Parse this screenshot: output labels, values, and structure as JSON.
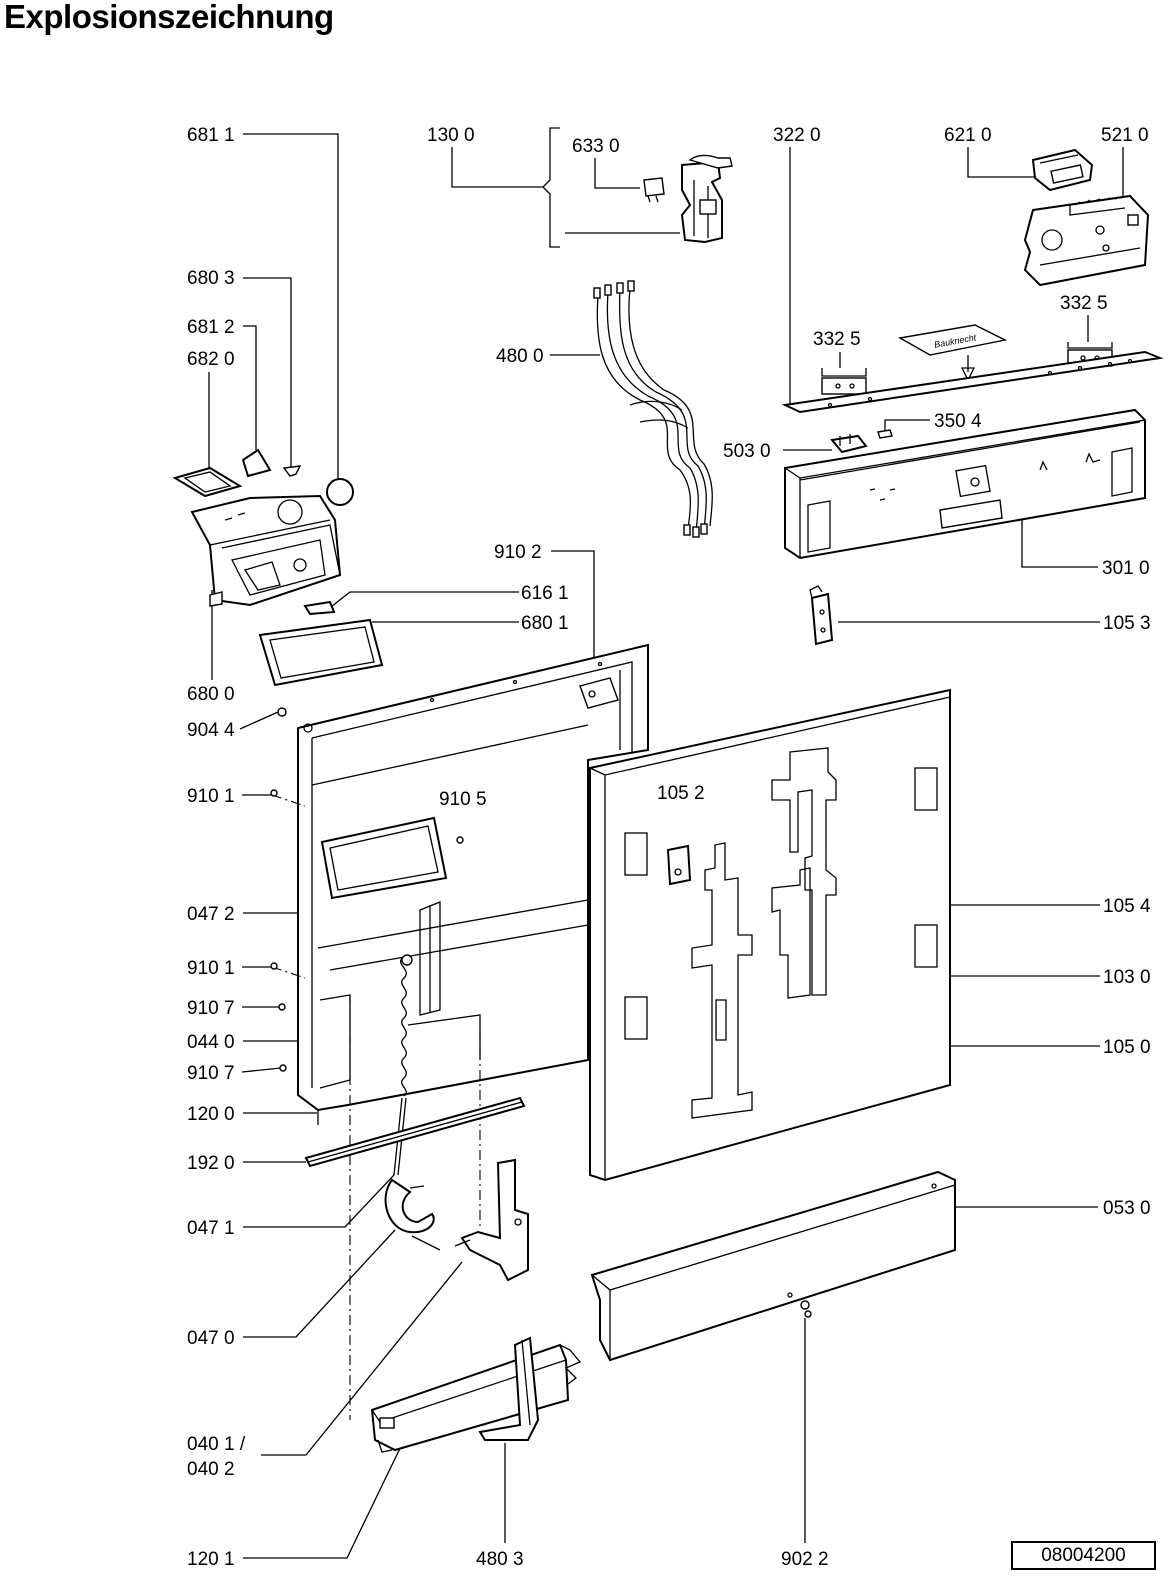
{
  "title": "Explosionszeichnung",
  "drawing_number": "08004200",
  "logo_text": "Bauknecht",
  "labels": {
    "l6811": "681 1",
    "l1300": "130 0",
    "l6330": "633 0",
    "l3220": "322  0",
    "l6210": "621 0",
    "l5210": "521 0",
    "l6803": "680 3",
    "l3325a": "332  5",
    "l3325b": "332  5",
    "l6812": "681 2",
    "l6820": "682 0",
    "l4800": "480 0",
    "l3504": "350 4",
    "l5030": "503  0",
    "l9102": "910 2",
    "l3010": "301 0",
    "l6161": "616 1",
    "l6801": "680 1",
    "l1053": "105 3",
    "l6800": "680 0",
    "l9044": "904 4",
    "l9101a": "910 1",
    "l9105": "910 5",
    "l1052": "105 2",
    "l0472": "047 2",
    "l1054": "105 4",
    "l9101b": "910 1",
    "l1030": "103 0",
    "l9107a": "910 7",
    "l0440": "044 0",
    "l1050": "105 0",
    "l9107b": "910 7",
    "l1200": "120 0",
    "l1920": "192 0",
    "l0530": "053 0",
    "l0471": "047 1",
    "l0470": "047 0",
    "l0401": "040 1 /",
    "l0402": "040 2",
    "l1201": "120 1",
    "l4803": "480 3",
    "l9022": "902 2"
  }
}
